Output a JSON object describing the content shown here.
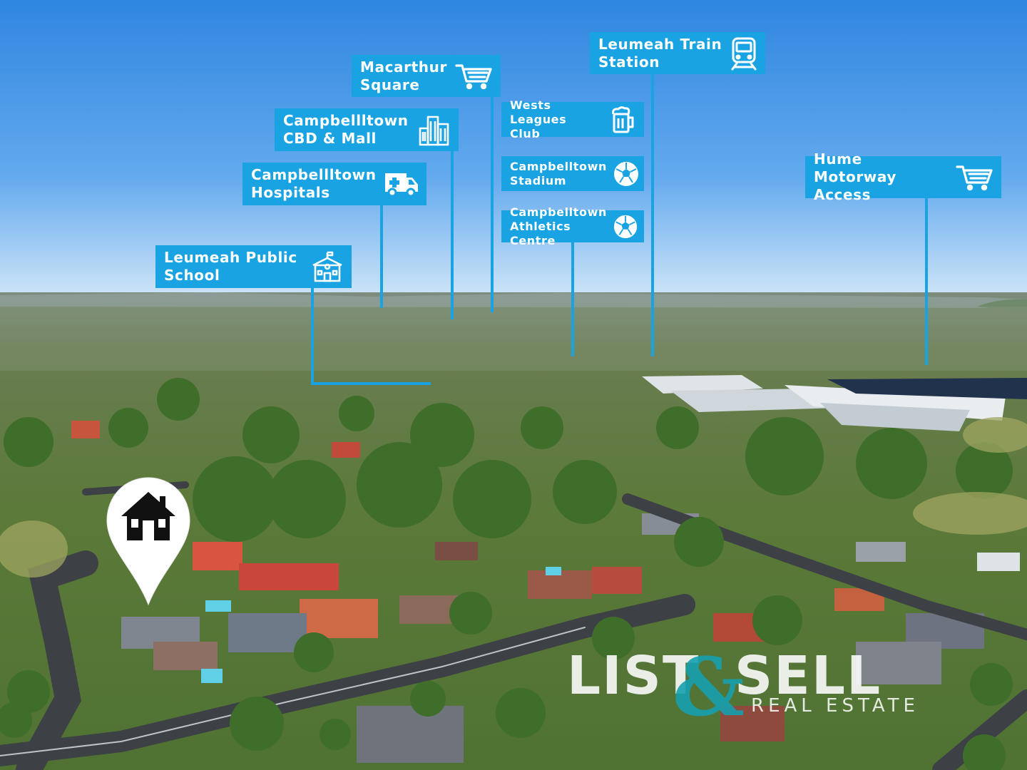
{
  "callouts": {
    "macarthur": "Macarthur\nSquare",
    "train": "Leumeah Train\nStation",
    "cbd": "Campbellltown\nCBD & Mall",
    "wests": "Wests Leagues\nClub",
    "hospitals": "Campbellltown\nHospitals",
    "stadium": "Campbelltown\nStadium",
    "hume": "Hume Motorway\nAccess",
    "athletics": "Campbelltown\nAthletics Centre",
    "school": "Leumeah Public\nSchool"
  },
  "icons": {
    "macarthur": "shopping-cart-icon",
    "train": "train-icon",
    "cbd": "city-buildings-icon",
    "wests": "beer-mug-icon",
    "hospitals": "ambulance-icon",
    "stadium": "soccer-ball-icon",
    "hume": "shopping-cart-icon",
    "athletics": "soccer-ball-icon",
    "school": "school-building-icon",
    "pin": "house-location-pin-icon"
  },
  "watermark": {
    "list": "LIST",
    "amp": "&",
    "sell": "SELL",
    "sub": "REAL ESTATE"
  },
  "colors": {
    "callout": "#1aa3e3",
    "sky_top": "#2f86e0",
    "sky_horizon": "#cde4f7",
    "logo_teal": "#16a0af"
  }
}
